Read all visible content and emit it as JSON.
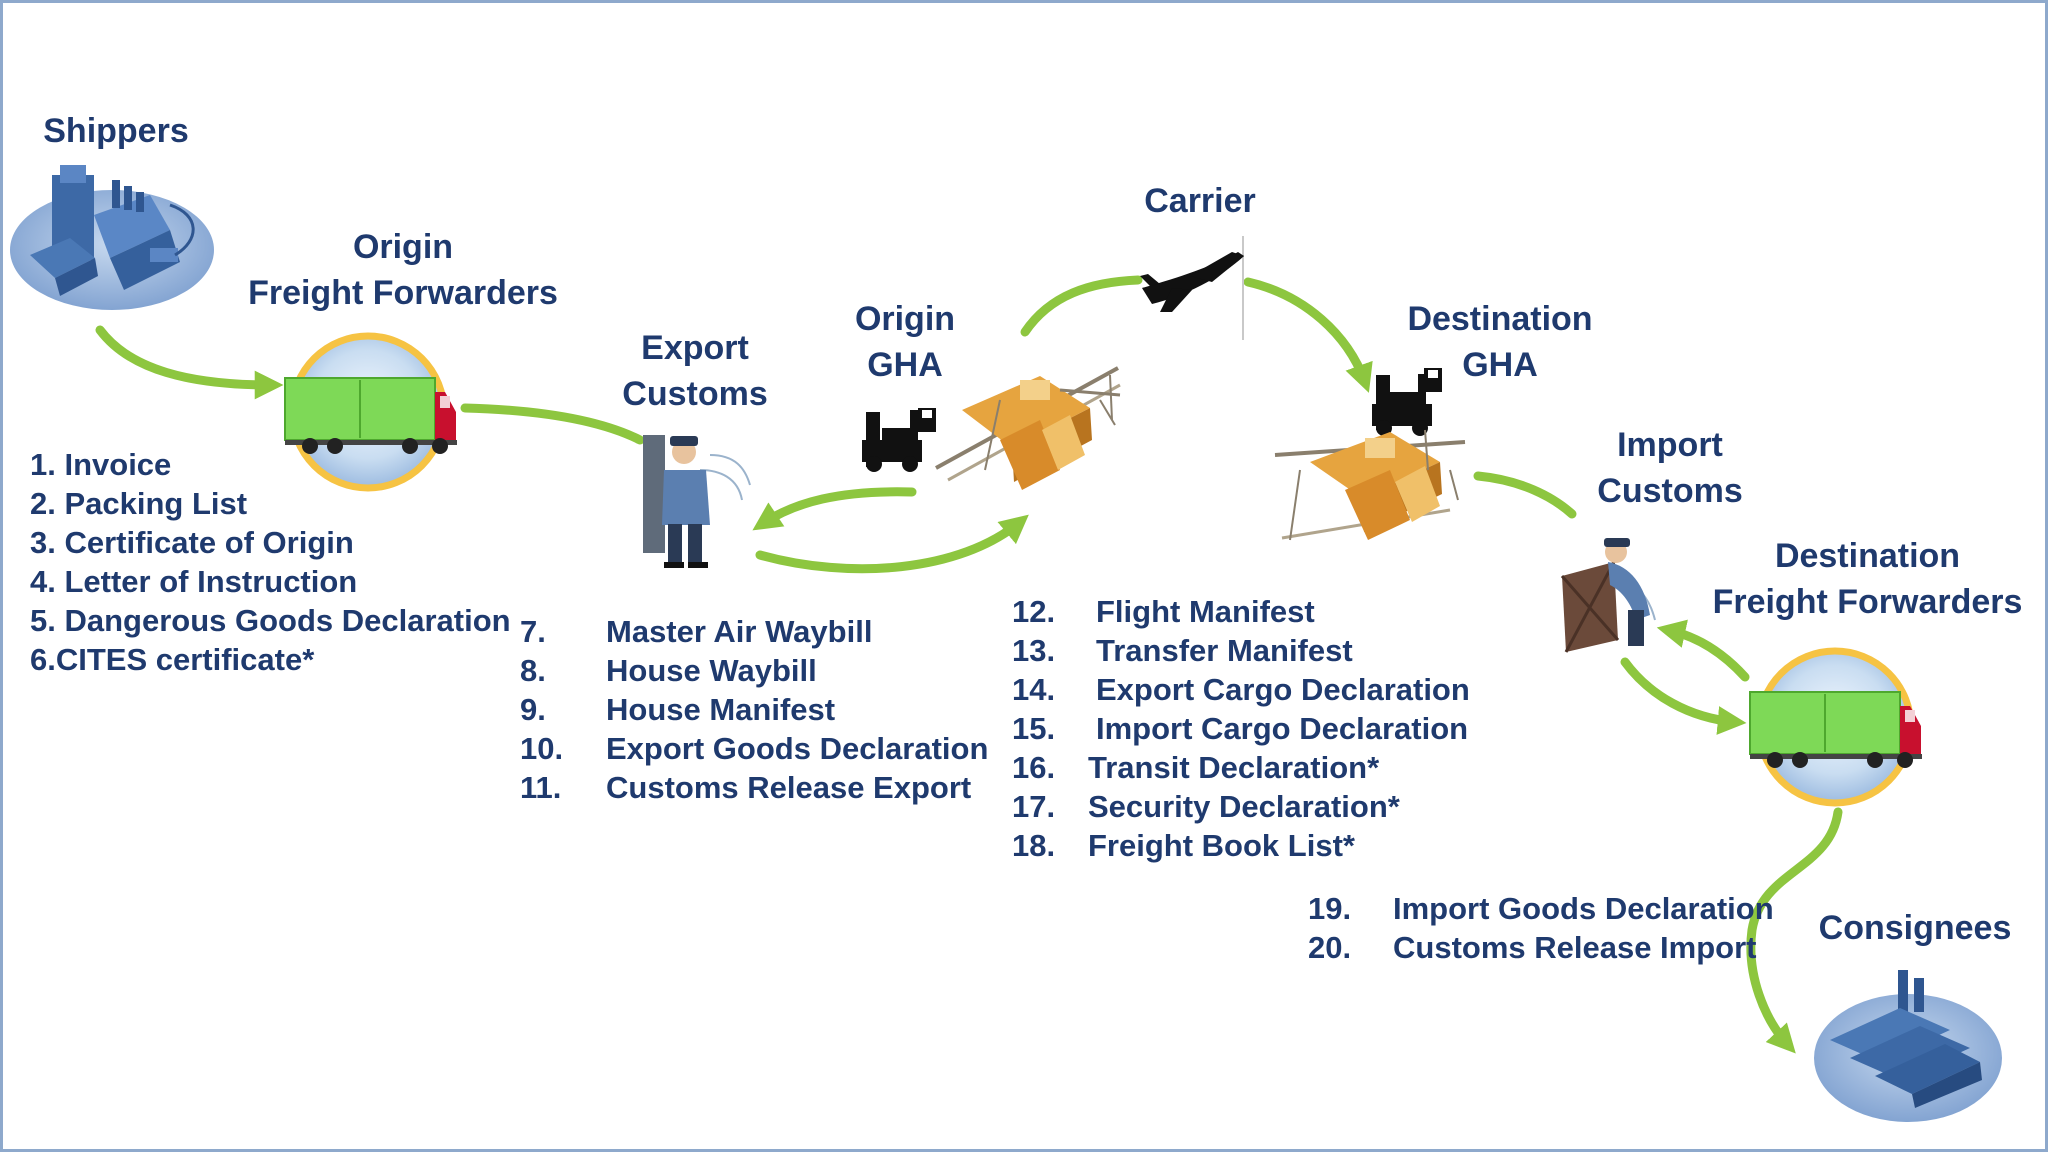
{
  "labels": {
    "shippers": "Shippers",
    "origin_ff_1": "Origin",
    "origin_ff_2": "Freight Forwarders",
    "export_customs_1": "Export",
    "export_customs_2": "Customs",
    "origin_gha_1": "Origin",
    "origin_gha_2": "GHA",
    "carrier": "Carrier",
    "destination_gha_1": "Destination",
    "destination_gha_2": "GHA",
    "import_customs_1": "Import",
    "import_customs_2": "Customs",
    "destination_ff_1": "Destination",
    "destination_ff_2": "Freight Forwarders",
    "consignees": "Consignees"
  },
  "documents": {
    "shipper_docs": [
      "1. Invoice",
      "2. Packing List",
      "3. Certificate of Origin",
      "4. Letter of Instruction",
      "5. Dangerous Goods Declaration",
      "6.CITES certificate*"
    ],
    "customs_docs": [
      {
        "num": "7.",
        "text": "Master Air Waybill"
      },
      {
        "num": "8.",
        "text": "House Waybill"
      },
      {
        "num": "9.",
        "text": "House Manifest"
      },
      {
        "num": "10.",
        "text": "Export Goods Declaration"
      },
      {
        "num": "11.",
        "text": "Customs Release Export"
      }
    ],
    "carrier_docs": [
      {
        "num": "12.",
        "text": "Flight Manifest"
      },
      {
        "num": "13.",
        "text": "Transfer Manifest"
      },
      {
        "num": "14.",
        "text": "Export Cargo Declaration"
      },
      {
        "num": "15.",
        "text": "Import Cargo Declaration"
      },
      {
        "num": "16.",
        "text": "Transit Declaration*"
      },
      {
        "num": "17.",
        "text": "Security Declaration*"
      },
      {
        "num": "18.",
        "text": "Freight Book List*"
      }
    ],
    "import_docs": [
      {
        "num": "19.",
        "text": "Import Goods Declaration"
      },
      {
        "num": "20.",
        "text": "Customs Release Import"
      }
    ]
  },
  "icons": {
    "shippers": "factory-icon",
    "origin_ff": "truck-icon",
    "export_customs": "customs-officer-icon",
    "origin_gha_forklift": "forklift-icon",
    "origin_gha_terminal": "cargo-terminal-icon",
    "carrier": "airplane-icon",
    "destination_gha_forklift": "forklift-icon",
    "destination_gha_terminal": "cargo-terminal-icon",
    "import_customs": "customs-inspector-icon",
    "destination_ff": "truck-icon",
    "consignees": "factory-icon"
  },
  "colors": {
    "text": "#1f3a6e",
    "arrow": "#8dc63f",
    "truck_body": "#7ed957",
    "truck_cab": "#c8102e",
    "halo": "#f6c343",
    "factory": "#4a78b5",
    "frame": "#8ea9cc"
  }
}
